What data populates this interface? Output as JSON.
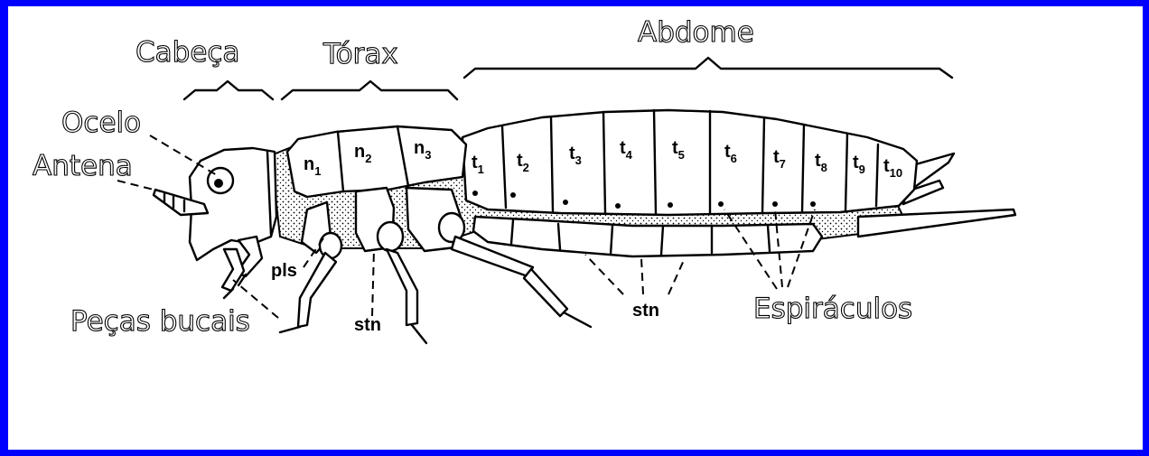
{
  "labels": {
    "head": "Cabeça",
    "thorax": "Tórax",
    "abdomen": "Abdome",
    "ocellus": "Ocelo",
    "antenna": "Antena",
    "mouthparts": "Peças bucais",
    "pleurite": "pls",
    "sternite_thorax": "stn",
    "sternite_abdomen": "stn",
    "spiracles": "Espiráculos"
  },
  "notum": [
    {
      "base": "n",
      "sub": "1"
    },
    {
      "base": "n",
      "sub": "2"
    },
    {
      "base": "n",
      "sub": "3"
    }
  ],
  "tergites": [
    {
      "base": "t",
      "sub": "1"
    },
    {
      "base": "t",
      "sub": "2"
    },
    {
      "base": "t",
      "sub": "3"
    },
    {
      "base": "t",
      "sub": "4"
    },
    {
      "base": "t",
      "sub": "5"
    },
    {
      "base": "t",
      "sub": "6"
    },
    {
      "base": "t",
      "sub": "7"
    },
    {
      "base": "t",
      "sub": "8"
    },
    {
      "base": "t",
      "sub": "9"
    },
    {
      "base": "t",
      "sub": "10"
    }
  ],
  "colors": {
    "frame": "#0000ff",
    "ink": "#000000",
    "stipple": "#d9d9d9"
  }
}
